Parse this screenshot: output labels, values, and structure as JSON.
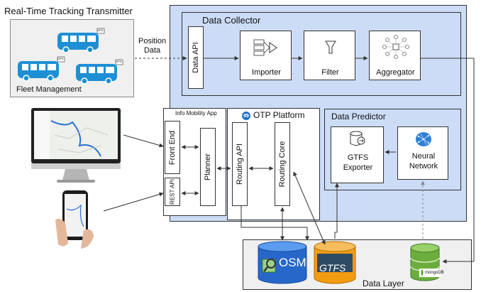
{
  "titles": {
    "transmitter": "Real-Time Tracking Transmitter",
    "fleet": "Fleet Management",
    "position_data": "Position\nData",
    "data_collector": "Data Collector",
    "info_mobility": "Info Mobility App",
    "otp_platform": "OTP Platform",
    "data_predictor": "Data Predictor",
    "data_layer": "Data Layer"
  },
  "components": {
    "data_api": "Data API",
    "importer": "Importer",
    "filter": "Filter",
    "aggregator": "Aggregator",
    "front_end": "Front End",
    "rest_api": "REST API",
    "planner": "Planner",
    "routing_api": "Routing API",
    "routing_core": "Routing Core",
    "gtfs_exporter": "GTFS\nExporter",
    "neural_network": "Neural\nNetwork"
  },
  "databases": {
    "osm": "OSM",
    "gtfs": "GTFS",
    "mongodb": "mongoDB"
  },
  "icons": {
    "gps_badge": "GPS",
    "bus_color": "#1e8fd5",
    "osm_color": "#1f6fd0",
    "gtfs_color": "#f39c12",
    "mongo_color": "#6cae3e"
  }
}
